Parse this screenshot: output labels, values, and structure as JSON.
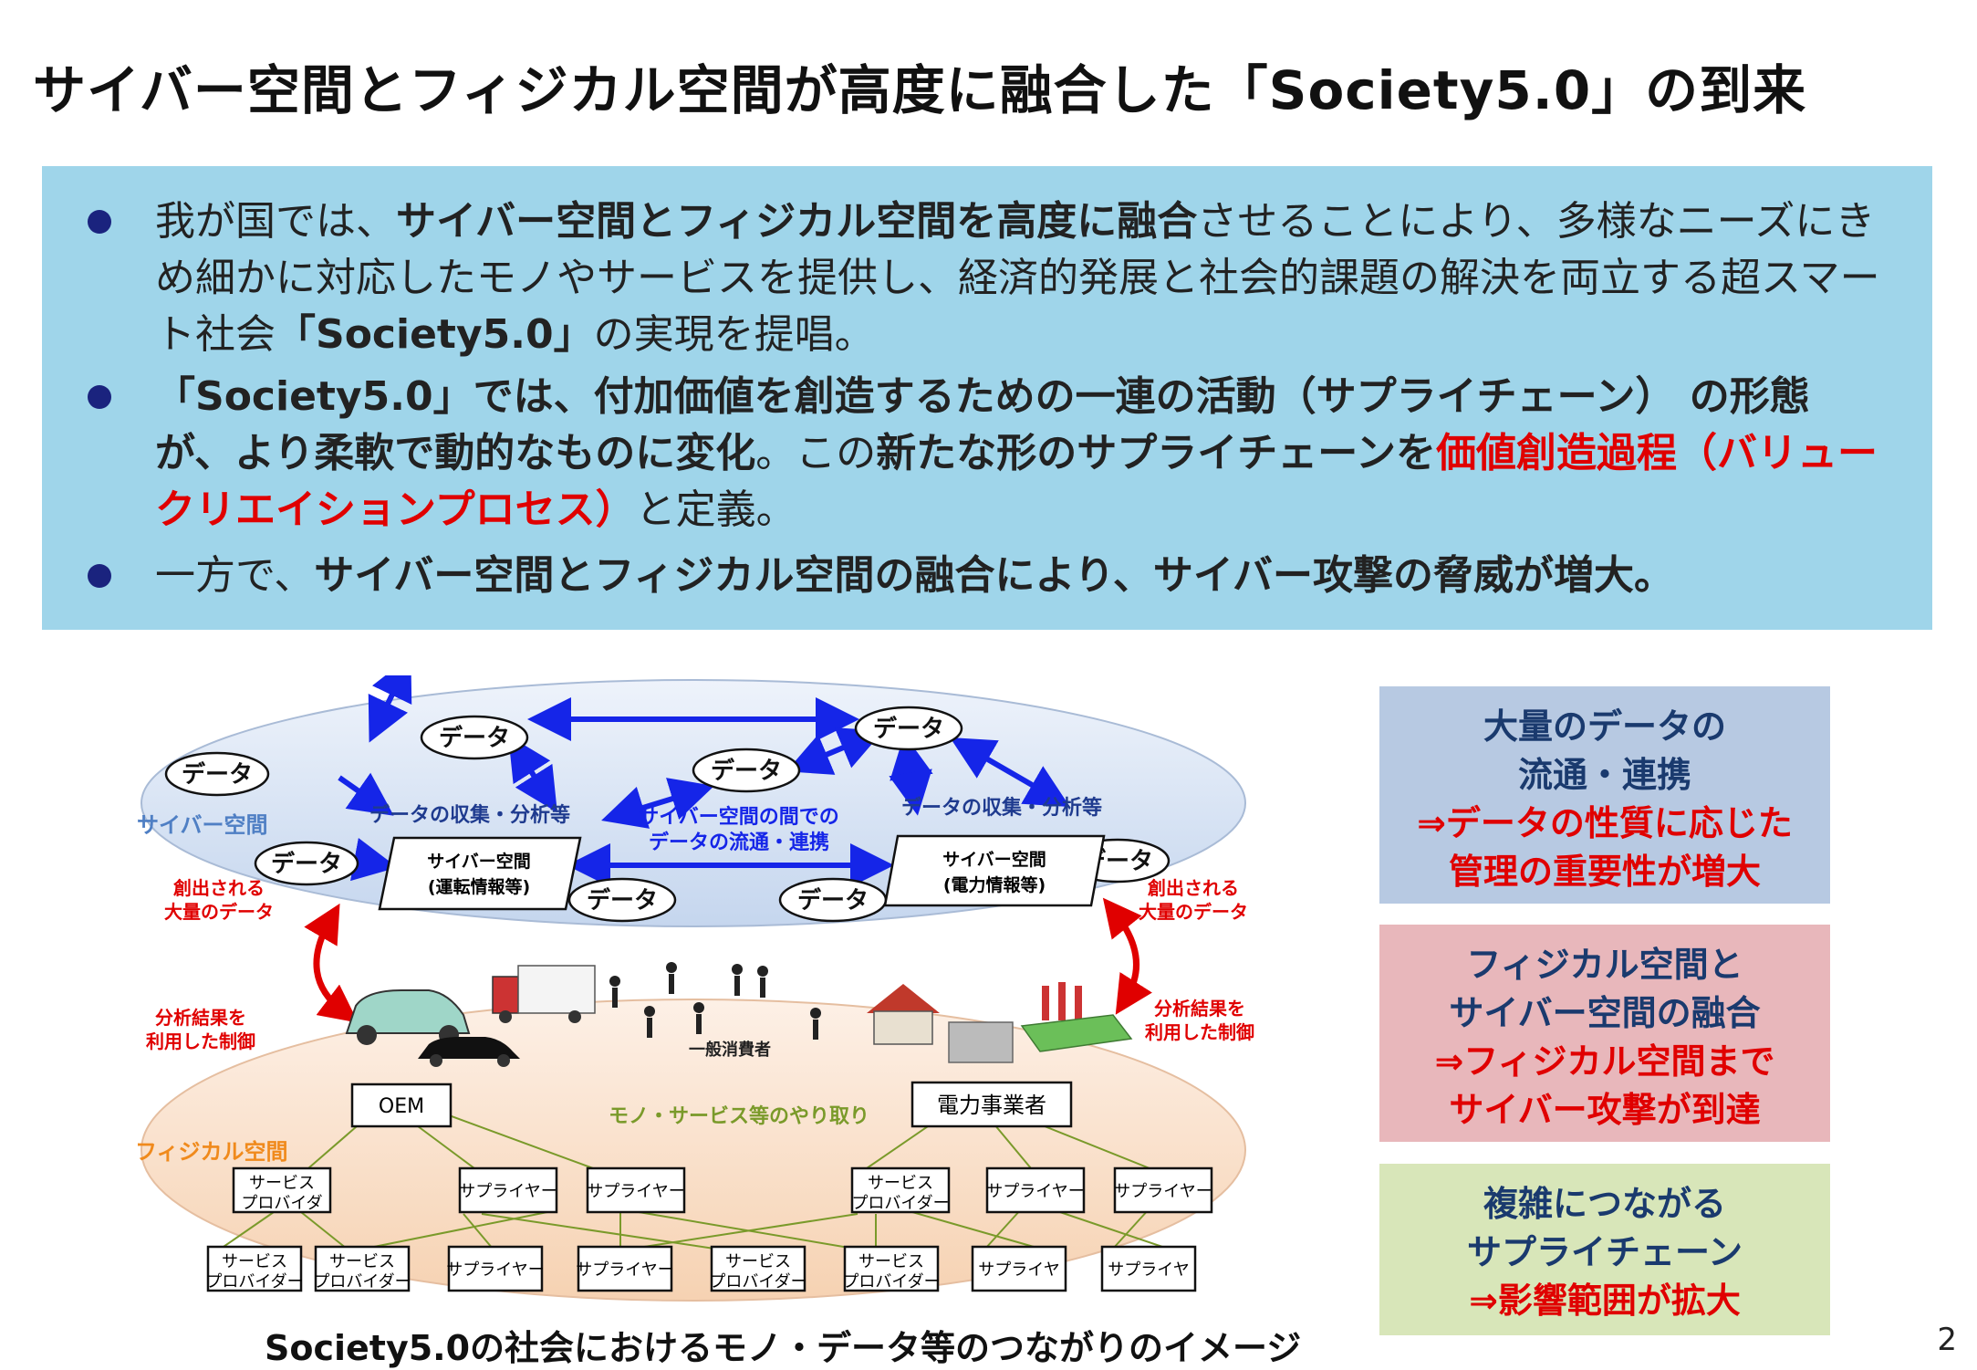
{
  "title": "サイバー空間とフィジカル空間が高度に融合した「Society5.0」の到来",
  "bullets": [
    {
      "p1": "我が国では、",
      "p2": "サイバー空間とフィジカル空間を高度に融合",
      "p3": "させることにより、多様なニーズにきめ細かに対応したモノやサービスを提供し、経済的発展と社会的課題の解決を両立する超スマート社会",
      "p4": "「Society5.0」",
      "p5": "の実現を提唱。"
    },
    {
      "p1": "「Society5.0」では、付加価値を創造するための一連の活動（サプライチェーン） の形態が、より柔軟で動的なものに変化",
      "p2": "。この",
      "p3": "新たな形のサプライチェーンを",
      "p4": "価値創造過程（バリュークリエイションプロセス）",
      "p5": "と定義。"
    },
    {
      "p1": "一方で、",
      "p2": "サイバー空間とフィジカル空間の融合により、サイバー攻撃の脅威が増大。"
    }
  ],
  "diagram": {
    "data_label": "データ",
    "cyber_space": "サイバー空間",
    "physical_space": "フィジカル空間",
    "collect_left": "データの収集・分析等",
    "collect_right": "データの収集・分析等",
    "middle_flow_1": "サイバー空間の間での",
    "middle_flow_2": "データの流通・連携",
    "cyber_box_left_1": "サイバー空間",
    "cyber_box_left_2": "(運転情報等)",
    "cyber_box_right_1": "サイバー空間",
    "cyber_box_right_2": "(電力情報等)",
    "created_1": "創出される",
    "created_2": "大量のデータ",
    "control_1": "分析結果を",
    "control_2": "利用した制御",
    "consumer": "一般消費者",
    "exchange": "モノ・サービス等のやり取り",
    "oem": "OEM",
    "power": "電力事業者",
    "nodes_row1": [
      "サービス\nプロバイダ",
      "サプライヤー",
      "サプライヤー",
      "サービス\nプロバイダー",
      "サプライヤー",
      "サプライヤー"
    ],
    "nodes_row2": [
      "サービス\nプロバイダー",
      "サービス\nプロバイダー",
      "サプライヤー",
      "サプライヤー",
      "サービス\nプロバイダー",
      "サービス\nプロバイダー",
      "サプライヤ",
      "サプライヤ"
    ]
  },
  "caption": "Society5.0の社会におけるモノ・データ等のつながりのイメージ",
  "side_boxes": [
    {
      "l1": "大量のデータの",
      "l2": "流通・連携",
      "l3": "⇒データの性質に応じた",
      "l4": "管理の重要性が増大",
      "bg": "#b7c9e2"
    },
    {
      "l1": "フィジカル空間と",
      "l2": "サイバー空間の融合",
      "l3": "⇒フィジカル空間まで",
      "l4": "サイバー攻撃が到達",
      "bg": "#e8b7bb"
    },
    {
      "l1": "複雑につながる",
      "l2": "サプライチェーン",
      "l3": "⇒影響範囲が拡大",
      "bg": "#d8e6b9"
    }
  ],
  "colors": {
    "navy": "#1a237e",
    "red": "#e00000",
    "blue_box": "#9fd5ea",
    "arrow_blue": "#1525e8",
    "green": "#7a9a2a",
    "orange_text": "#f08a1c"
  },
  "page_number": "2"
}
